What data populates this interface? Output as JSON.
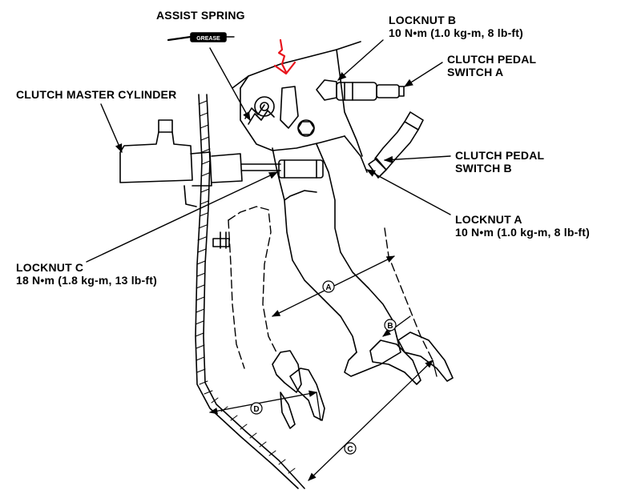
{
  "labels": {
    "assist_spring": "ASSIST SPRING",
    "grease": "GREASE",
    "locknut_b": {
      "title": "LOCKNUT B",
      "torque": "10 N•m (1.0 kg-m, 8 lb-ft)"
    },
    "switch_a": {
      "line1": "CLUTCH PEDAL",
      "line2": "SWITCH A"
    },
    "master_cylinder": "CLUTCH MASTER CYLINDER",
    "switch_b": {
      "line1": "CLUTCH PEDAL",
      "line2": "SWITCH B"
    },
    "locknut_a": {
      "title": "LOCKNUT A",
      "torque": "10 N•m (1.0 kg-m, 8 lb-ft)"
    },
    "locknut_c": {
      "title": "LOCKNUT C",
      "torque": "18 N•m (1.8 kg-m, 13 lb-ft)"
    }
  },
  "dimensions": [
    "A",
    "B",
    "C",
    "D"
  ],
  "colors": {
    "ink": "#000000",
    "marker": "#e8141c",
    "background": "#ffffff"
  }
}
